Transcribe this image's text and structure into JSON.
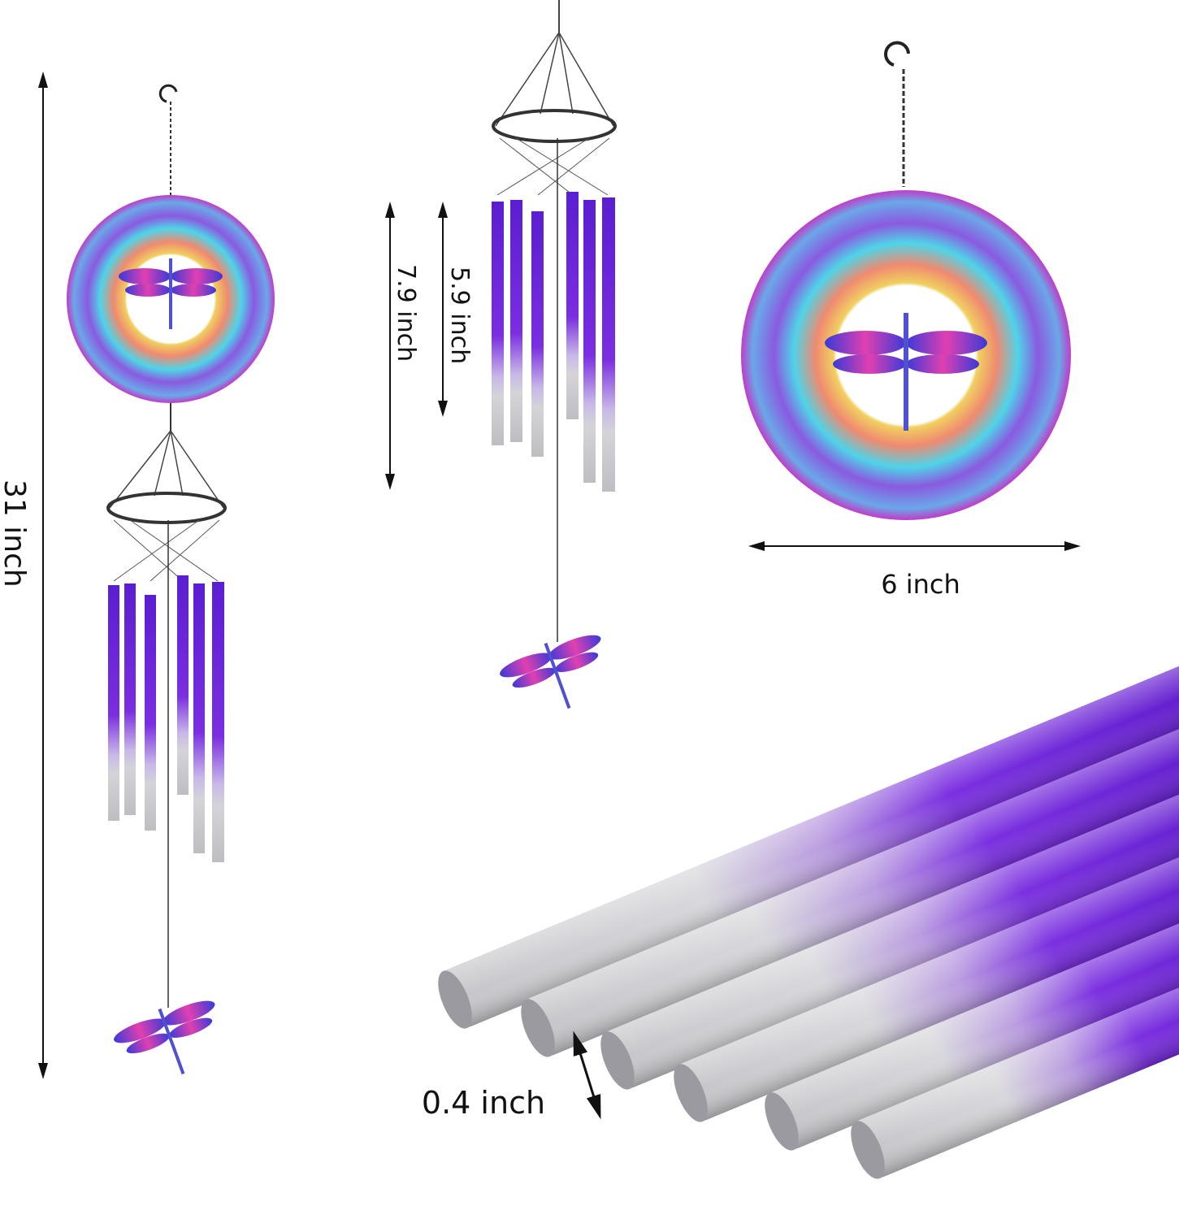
{
  "dimensions": {
    "total_length": "31 inch",
    "longest_tube": "7.9 inch",
    "shortest_tube": "5.9 inch",
    "disc_diameter": "6 inch",
    "tube_diameter": "0.4 inch"
  },
  "colors": {
    "tube_purple": "#6a1fd6",
    "tube_silver": "#c9c9cc",
    "disc_magenta": "#c03cc8",
    "disc_cyan": "#4fd4e8",
    "disc_yellow": "#e8e070"
  }
}
